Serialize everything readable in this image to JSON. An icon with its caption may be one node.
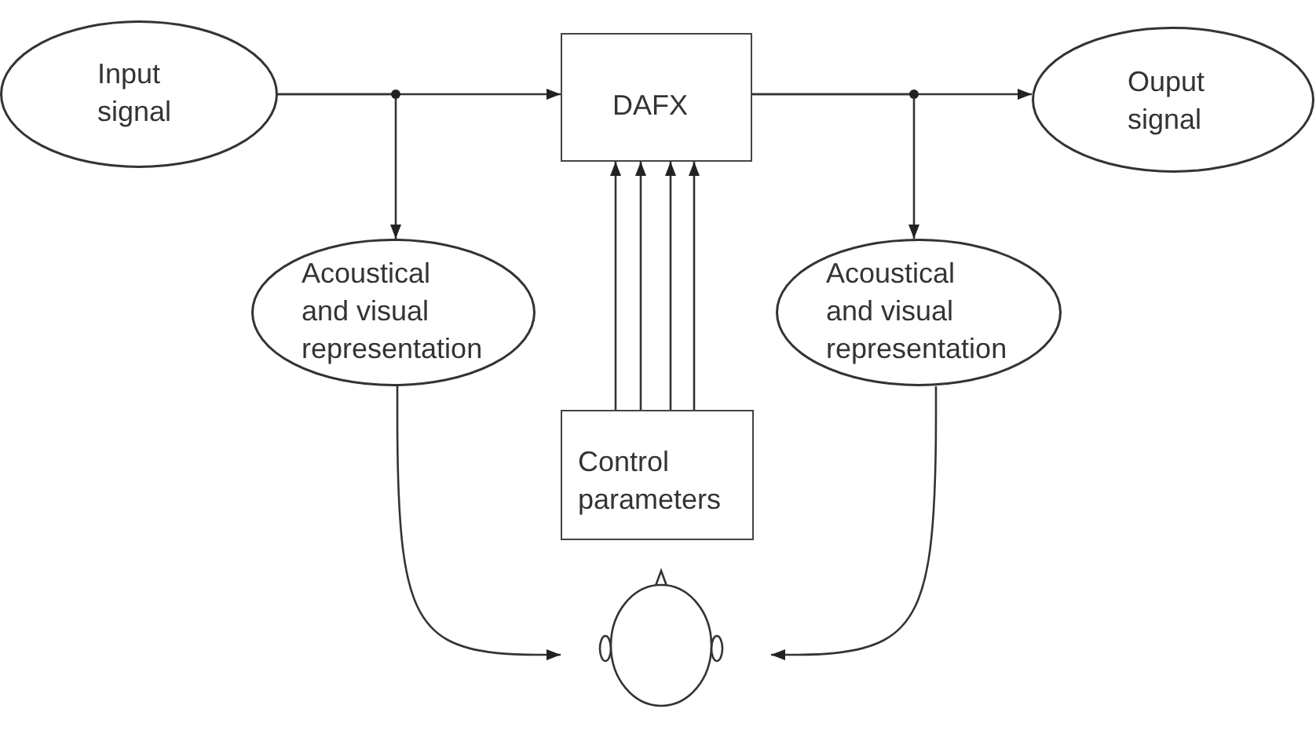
{
  "diagram": {
    "nodes": [
      {
        "text": [
          "Input signal"
        ]
      },
      {
        "text": [
          "DAFX"
        ]
      },
      {
        "text": [
          "Ouput signal"
        ]
      },
      {
        "text": [
          "Acoustical and visual representation"
        ]
      },
      {
        "text": [
          "Acoustical and visual representation"
        ]
      },
      {
        "text": [
          "Control parameters"
        ]
      },
      {
        "text": [],
        "shape": "person"
      }
    ],
    "edges": [
      {
        "from": 0,
        "to": 1,
        "arrow": "to"
      },
      {
        "from": 0,
        "to": 3,
        "arrow": "to"
      },
      {
        "from": 1,
        "to": 2,
        "arrow": "to"
      },
      {
        "from": 1,
        "to": 4,
        "arrow": "to"
      },
      {
        "from": 5,
        "to": 1,
        "arrow": "to"
      },
      {
        "from": 5,
        "to": 1,
        "arrow": "to"
      },
      {
        "from": 5,
        "to": 1,
        "arrow": "to"
      },
      {
        "from": 5,
        "to": 1,
        "arrow": "to"
      },
      {
        "from": 3,
        "to": 6,
        "arrow": "to"
      },
      {
        "from": 4,
        "to": 6,
        "arrow": "to"
      }
    ]
  }
}
